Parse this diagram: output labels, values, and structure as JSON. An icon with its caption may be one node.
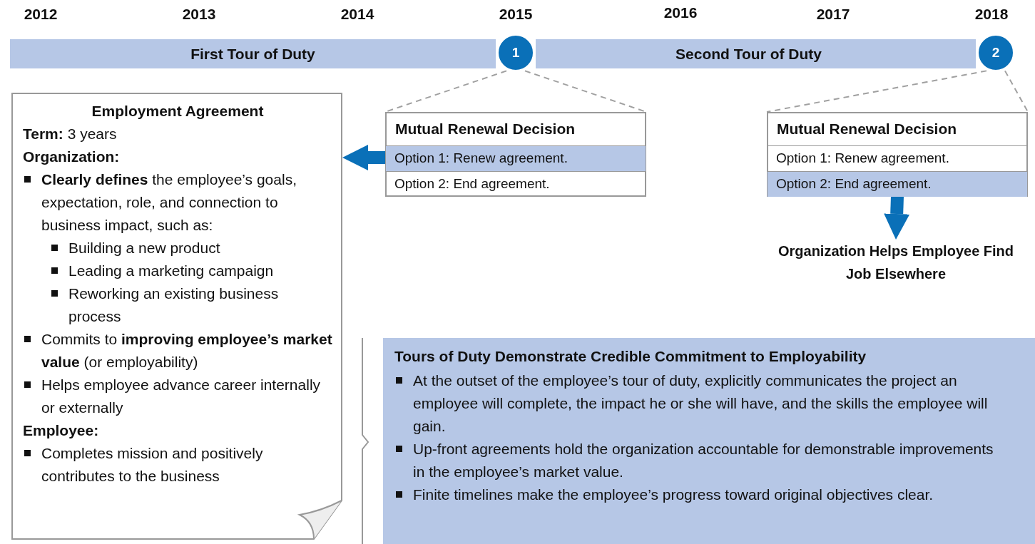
{
  "diagram": {
    "nodes": [
      {
        "text": [
          "First Tour of Duty"
        ]
      },
      {
        "text": [
          "Second Tour of Duty"
        ]
      },
      {
        "text": [
          "1"
        ]
      },
      {
        "text": [
          "2"
        ]
      },
      {
        "text": [
          "Employment Agreement",
          "**Term:** 3 years",
          "Organization:",
          "**Clearly defines** the employee’s goals, expectation, role, and connection to business impact, such as:",
          "Building a new product",
          "Leading a marketing campaign",
          "Reworking an existing business process",
          "Commits to **improving employee’s market value** (or employability)",
          "Helps employee advance career internally or externally",
          "Employee:",
          "Completes mission and positively contributes to the business"
        ]
      },
      {
        "text": [
          "Mutual Renewal Decision"
        ]
      },
      {
        "text": [
          "Option 1: Renew agreement."
        ],
        "in": 5
      },
      {
        "text": [
          "Option 2: End agreement."
        ],
        "in": 5
      },
      {
        "text": [
          "Mutual Renewal Decision"
        ]
      },
      {
        "text": [
          "Option 1: Renew agreement."
        ],
        "in": 8
      },
      {
        "text": [
          "Option 2: End agreement."
        ],
        "in": 8
      },
      {
        "text": [
          "Organization Helps Employee Find Job Elsewhere"
        ]
      },
      {
        "text": [
          "Tours of Duty Demonstrate Credible Commitment to Employability",
          "At the outset of the employee’s tour of duty, explicitly communicates the project an employee will complete, the impact he or she will have, and the skills the employee will gain.",
          "Up-front agreements hold the organization accountable for demonstrable improvements in the employee’s market value.",
          "Finite timelines make the employee’s progress toward original objectives clear."
        ]
      }
    ],
    "edges": [
      {
        "from": 2,
        "to": 5,
        "arrow": "none",
        "style": "dashed",
        "color": "#a0a0a0"
      },
      {
        "from": 2,
        "to": 5,
        "arrow": "none",
        "style": "dashed",
        "color": "#a0a0a0"
      },
      {
        "from": 3,
        "to": 8,
        "arrow": "none",
        "style": "dashed",
        "color": "#a0a0a0"
      },
      {
        "from": 3,
        "to": 8,
        "arrow": "none",
        "style": "dashed",
        "color": "#a0a0a0"
      },
      {
        "from": 6,
        "to": 4,
        "arrow": "to",
        "style": "thick",
        "color": "#0a70b8"
      },
      {
        "from": 10,
        "to": 11,
        "arrow": "to",
        "style": "thick",
        "color": "#0a70b8"
      }
    ],
    "labels": [
      "2012",
      "2013",
      "2014",
      "2015",
      "2016",
      "2017",
      "2018"
    ]
  }
}
